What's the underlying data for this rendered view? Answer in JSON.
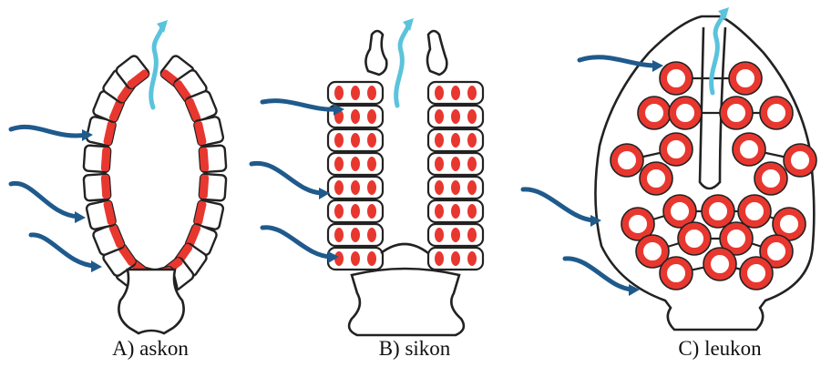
{
  "captions": {
    "askon": "A) askon",
    "sikon": "B) sikon",
    "leukon": "C) leukon"
  },
  "colors": {
    "outline": "#222222",
    "choanocyte_red": "#e8372f",
    "inflow_arrow": "#1f5a8c",
    "outflow_arrow": "#5bc3dc",
    "background": "#ffffff"
  },
  "icons": {
    "inflow": "water-inflow-arrow-icon",
    "outflow": "water-outflow-arrow-icon"
  }
}
